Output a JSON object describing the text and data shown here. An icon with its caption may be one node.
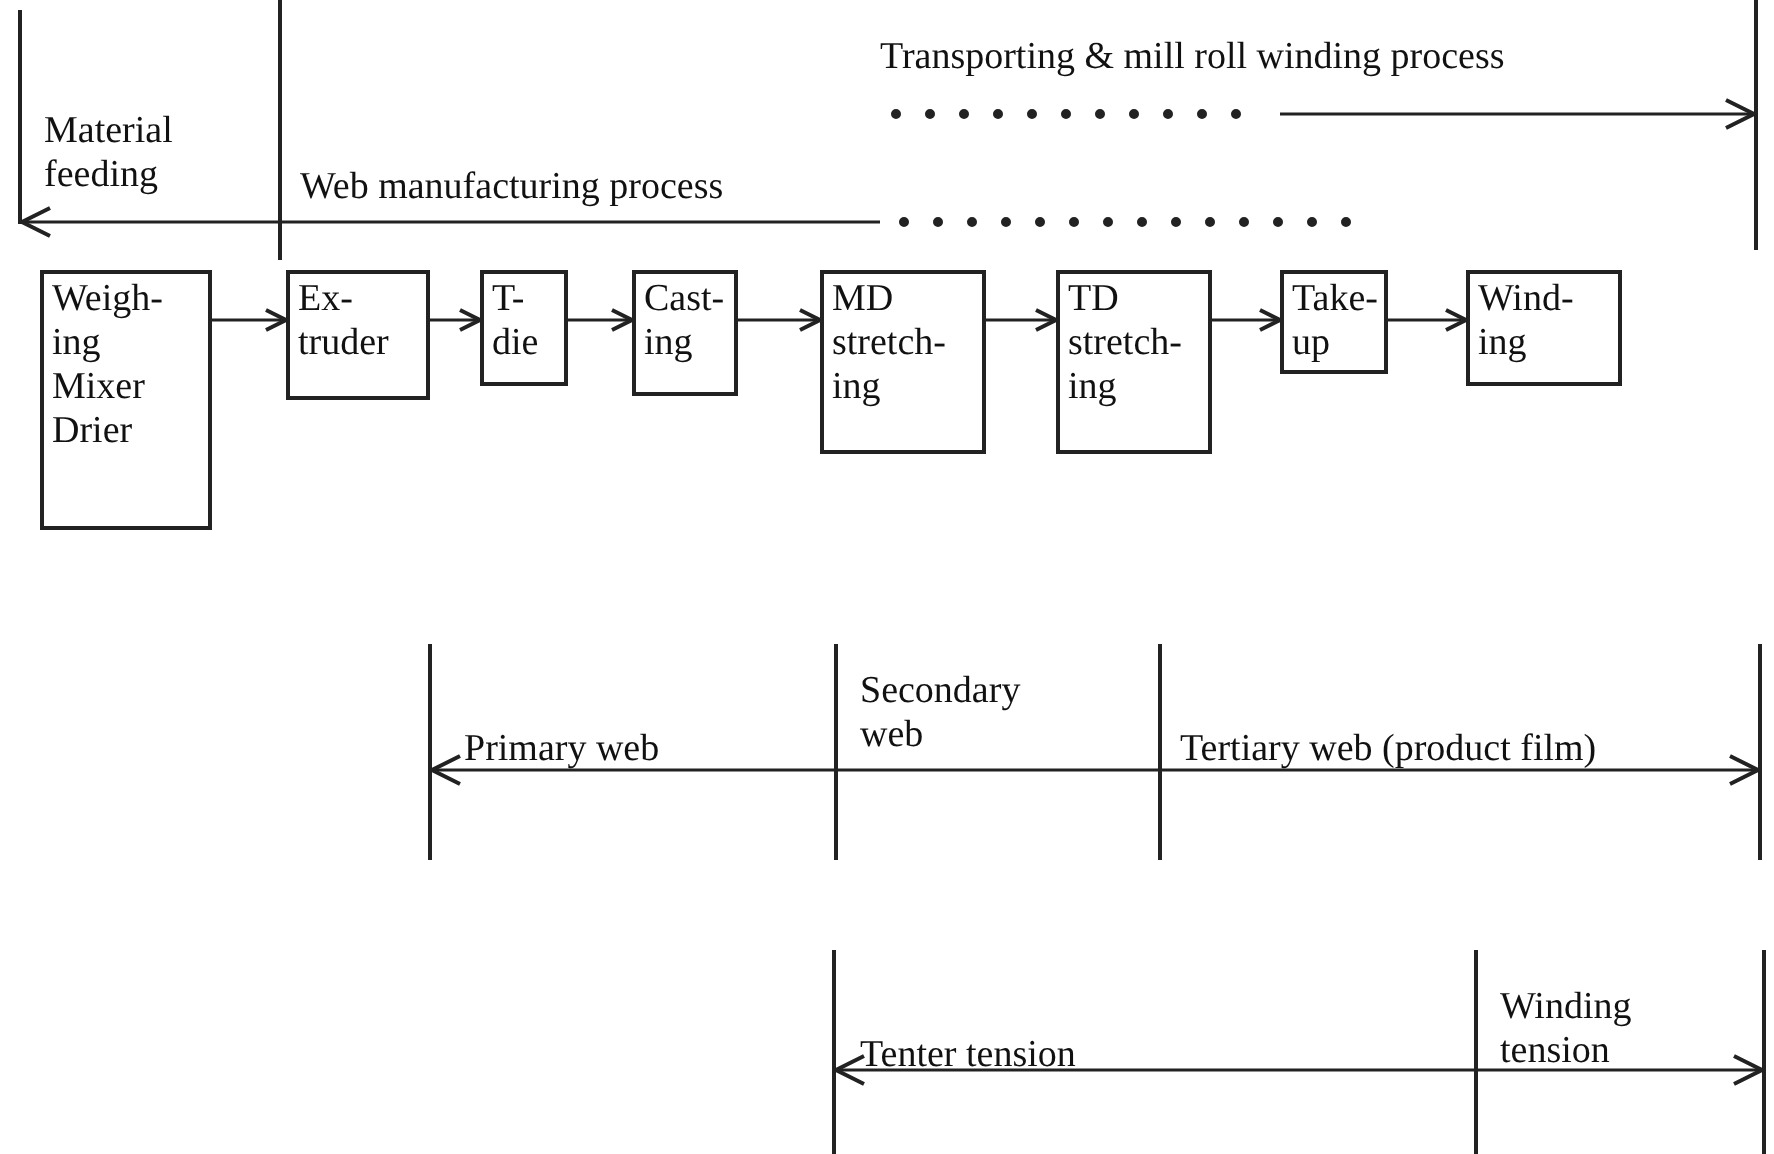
{
  "diagram": {
    "nodes": [
      {
        "text": [
          "Weigh- ing Mixer Drier"
        ]
      },
      {
        "text": [
          "Ex- truder"
        ]
      },
      {
        "text": [
          "T- die"
        ]
      },
      {
        "text": [
          "Cast- ing"
        ]
      },
      {
        "text": [
          "MD stretch- ing"
        ]
      },
      {
        "text": [
          "TD stretch- ing"
        ]
      },
      {
        "text": [
          "Take- up"
        ]
      },
      {
        "text": [
          "Wind- ing"
        ]
      }
    ],
    "edges": [
      {
        "from": 0,
        "to": 1,
        "arrow": "to"
      },
      {
        "from": 1,
        "to": 2,
        "arrow": "to"
      },
      {
        "from": 2,
        "to": 3,
        "arrow": "to"
      },
      {
        "from": 3,
        "to": 4,
        "arrow": "to"
      },
      {
        "from": 4,
        "to": 5,
        "arrow": "to"
      },
      {
        "from": 5,
        "to": 6,
        "arrow": "to"
      },
      {
        "from": 6,
        "to": 7,
        "arrow": "to"
      }
    ],
    "labels": [
      "Transporting & mill roll winding process",
      "Material feeding",
      "Web manufacturing process",
      "Secondary web",
      "Primary web",
      "Tertiary web (product film)",
      "Winding tension",
      "Tenter tension"
    ]
  }
}
